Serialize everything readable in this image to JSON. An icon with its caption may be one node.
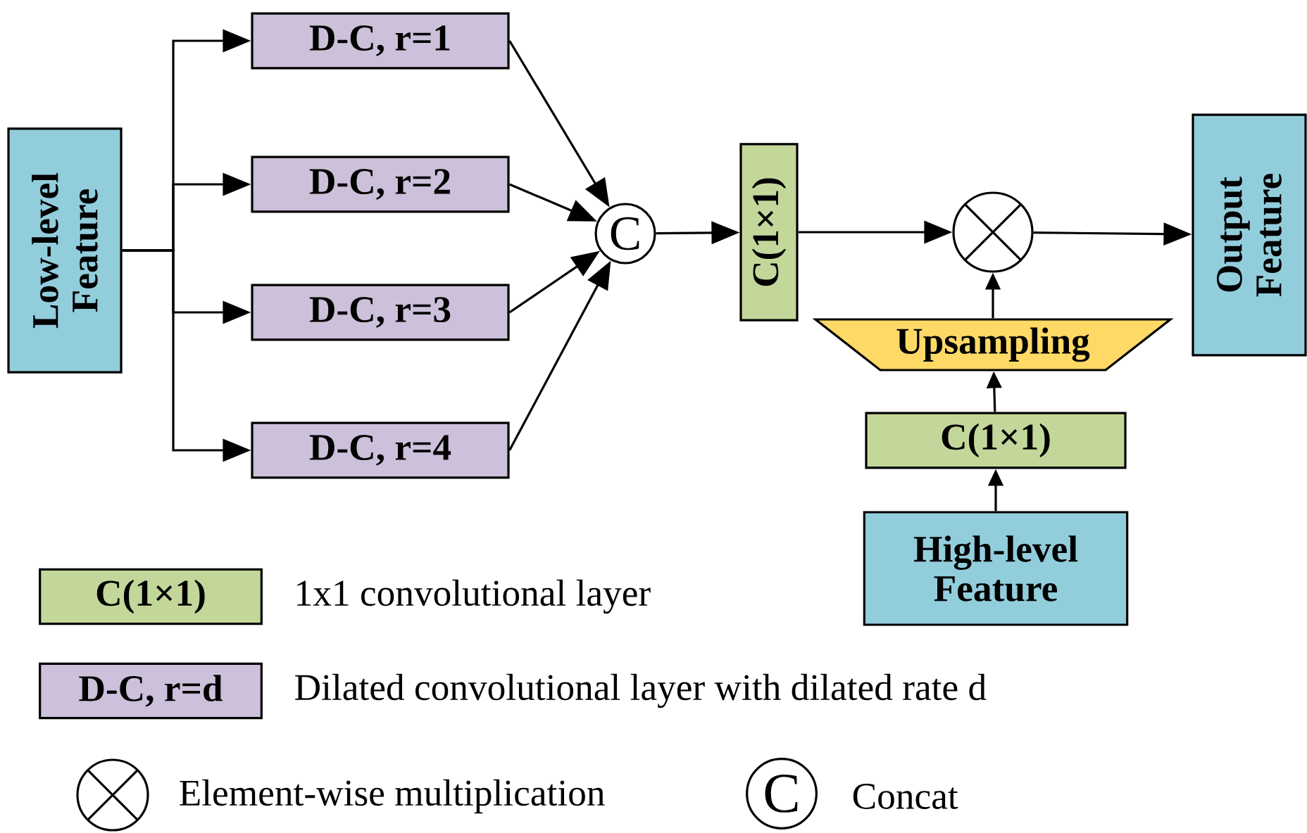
{
  "diagram": {
    "nodes": [
      {
        "text": [
          "Low-level Feature"
        ]
      },
      {
        "text": [
          "D-C, r=1"
        ]
      },
      {
        "text": [
          "D-C, r=2"
        ]
      },
      {
        "text": [
          "D-C, r=3"
        ]
      },
      {
        "text": [
          "D-C, r=4"
        ]
      },
      {
        "text": [
          "C"
        ]
      },
      {
        "text": [
          "C(1×1)"
        ]
      },
      {
        "text": [],
        "shape": "circle"
      },
      {
        "text": [
          "Output Feature"
        ]
      },
      {
        "text": [
          "Upsampling"
        ]
      },
      {
        "text": [
          "C(1×1)"
        ]
      },
      {
        "text": [
          "High-level Feature"
        ]
      }
    ],
    "edges": [
      {
        "from": 0,
        "to": 1,
        "arrow": "to"
      },
      {
        "from": 0,
        "to": 2,
        "arrow": "to"
      },
      {
        "from": 0,
        "to": 3,
        "arrow": "to"
      },
      {
        "from": 0,
        "to": 4,
        "arrow": "to"
      },
      {
        "from": 1,
        "to": 5,
        "arrow": "to"
      },
      {
        "from": 2,
        "to": 5,
        "arrow": "to"
      },
      {
        "from": 3,
        "to": 5,
        "arrow": "to"
      },
      {
        "from": 4,
        "to": 5,
        "arrow": "to"
      },
      {
        "from": 5,
        "to": 6,
        "arrow": "to"
      },
      {
        "from": 6,
        "to": 7,
        "arrow": "to"
      },
      {
        "from": 7,
        "to": 8,
        "arrow": "to"
      },
      {
        "from": 11,
        "to": 10,
        "arrow": "to"
      },
      {
        "from": 10,
        "to": 9,
        "arrow": "to"
      },
      {
        "from": 9,
        "to": 7,
        "arrow": "to"
      }
    ],
    "labels": [
      "C(1×1)",
      "D-C, r=d",
      "C"
    ],
    "legend": [
      {
        "text": "1x1 convolutional layer",
        "color": "#c4d79b"
      },
      {
        "text": "Dilated convolutional layer with dilated rate d",
        "color": "#ccc0da"
      },
      {
        "text": "Element-wise multiplication"
      },
      {
        "text": "Concat"
      }
    ]
  }
}
